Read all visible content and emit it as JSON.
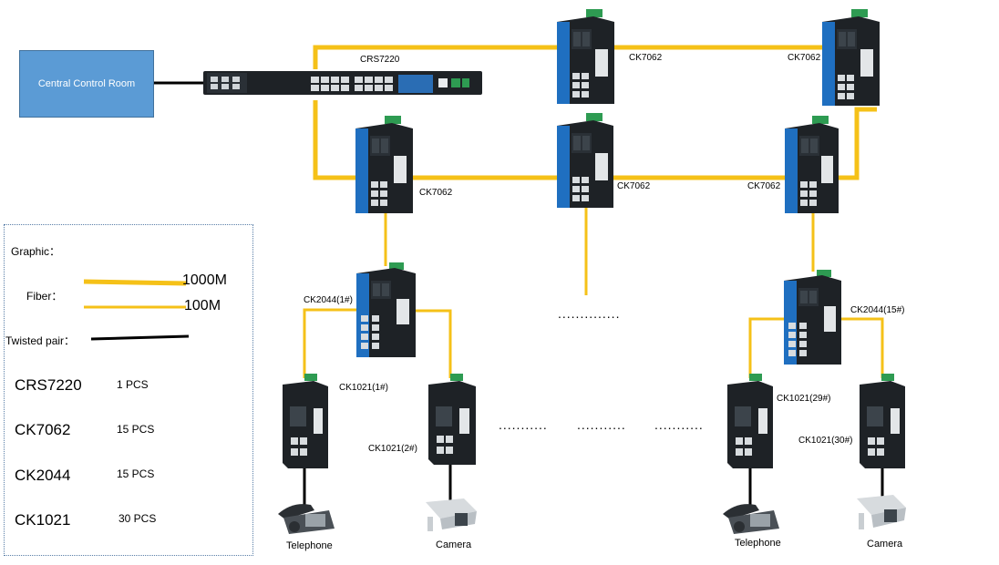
{
  "control_room": {
    "label": "Central Control Room"
  },
  "core_switch": {
    "label": "CRS7220"
  },
  "ring_switches": [
    {
      "label": "CK7062"
    },
    {
      "label": "CK7062"
    },
    {
      "label": "CK7062"
    },
    {
      "label": "CK7062"
    },
    {
      "label": "CK7062"
    }
  ],
  "access_switches": [
    {
      "label": "CK2044(1#)"
    },
    {
      "label": "CK2044(15#)"
    }
  ],
  "edge_converters": [
    {
      "label": "CK1021(1#)"
    },
    {
      "label": "CK1021(2#)"
    },
    {
      "label": "CK1021(29#)"
    },
    {
      "label": "CK1021(30#)"
    }
  ],
  "endpoints": [
    {
      "label": "Telephone",
      "icon": "telephone-icon"
    },
    {
      "label": "Camera",
      "icon": "camera-icon"
    },
    {
      "label": "Telephone",
      "icon": "telephone-icon"
    },
    {
      "label": "Camera",
      "icon": "camera-icon"
    }
  ],
  "ellipses": [
    "..............",
    "...........",
    "...........",
    "..........."
  ],
  "legend": {
    "graphic_label": "Graphic：",
    "fiber_label": "Fiber：",
    "fiber_1000": "1000M",
    "fiber_100": "100M",
    "twisted_label": "Twisted pair：",
    "items": [
      {
        "name": "CRS7220",
        "count": "1 PCS"
      },
      {
        "name": "CK7062",
        "count": "15 PCS"
      },
      {
        "name": "CK2044",
        "count": "15 PCS"
      },
      {
        "name": "CK1021",
        "count": "30 PCS"
      }
    ]
  },
  "colors": {
    "fiber": "#f5c118",
    "twisted": "#000000",
    "room": "#5b9bd5",
    "device_body": "#1e2226",
    "device_accent": "#1f6fc0",
    "terminal": "#2e9b52"
  }
}
